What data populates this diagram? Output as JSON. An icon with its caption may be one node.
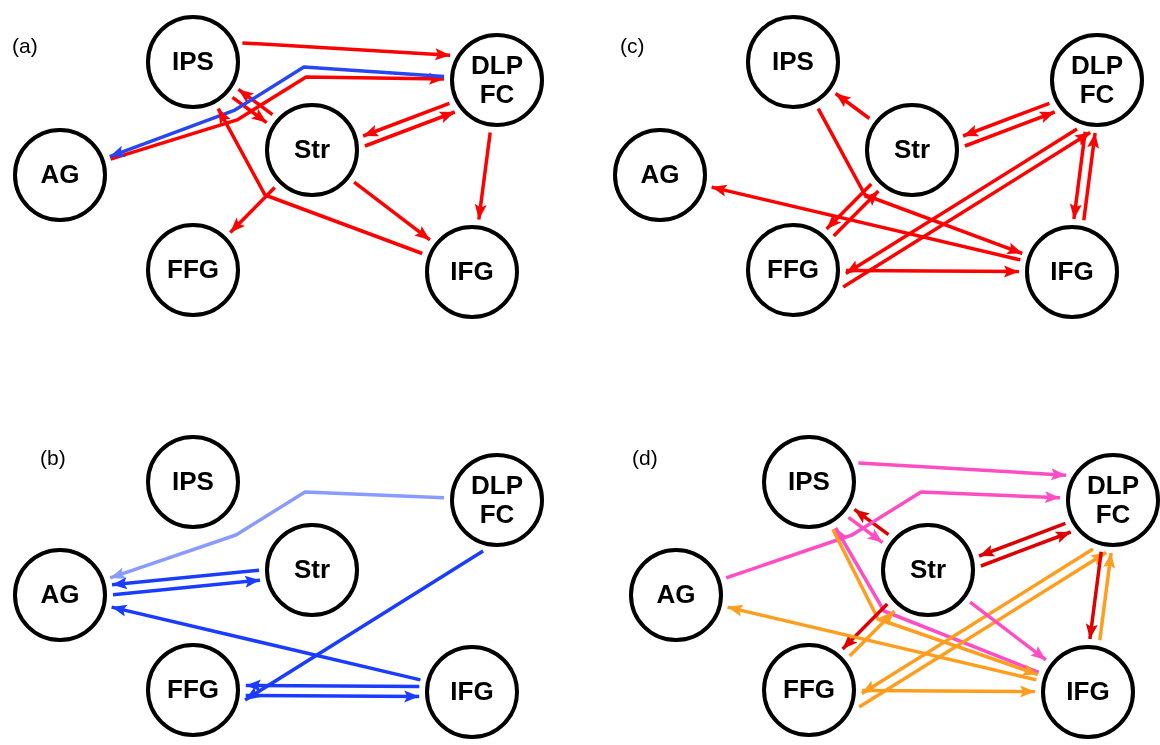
{
  "diagram": {
    "nodes": [
      {
        "text": [
          "IPS"
        ]
      },
      {
        "text": [
          "DLP FC"
        ]
      },
      {
        "text": [
          "AG"
        ]
      },
      {
        "text": [
          "Str"
        ]
      },
      {
        "text": [
          "FFG"
        ]
      },
      {
        "text": [
          "IFG"
        ]
      },
      {
        "text": [
          "IPS"
        ]
      },
      {
        "text": [
          "DLP FC"
        ]
      },
      {
        "text": [
          "AG"
        ]
      },
      {
        "text": [
          "Str"
        ]
      },
      {
        "text": [
          "FFG"
        ]
      },
      {
        "text": [
          "IFG"
        ]
      },
      {
        "text": [
          "IPS"
        ]
      },
      {
        "text": [
          "DLP FC"
        ]
      },
      {
        "text": [
          "AG"
        ]
      },
      {
        "text": [
          "Str"
        ]
      },
      {
        "text": [
          "FFG"
        ]
      },
      {
        "text": [
          "IFG"
        ]
      },
      {
        "text": [
          "IPS"
        ]
      },
      {
        "text": [
          "DLP FC"
        ]
      },
      {
        "text": [
          "AG"
        ]
      },
      {
        "text": [
          "Str"
        ]
      },
      {
        "text": [
          "FFG"
        ]
      },
      {
        "text": [
          "IFG"
        ]
      }
    ],
    "edges": [
      {
        "from": 0,
        "to": 1,
        "arrow": "to"
      },
      {
        "from": 0,
        "to": 3,
        "arrow": "to"
      },
      {
        "from": 3,
        "to": 0,
        "arrow": "to"
      },
      {
        "from": 2,
        "to": 1,
        "arrow": "to"
      },
      {
        "from": 1,
        "to": 2,
        "arrow": "to",
        "color": "#2a46f0"
      },
      {
        "from": 3,
        "to": 1,
        "arrow": "to"
      },
      {
        "from": 1,
        "to": 3,
        "arrow": "to"
      },
      {
        "from": 5,
        "to": 0,
        "arrow": "to"
      },
      {
        "from": 3,
        "to": 4,
        "arrow": "to"
      },
      {
        "from": 3,
        "to": 5,
        "arrow": "to"
      },
      {
        "from": 1,
        "to": 5,
        "arrow": "to"
      },
      {
        "from": 9,
        "to": 6,
        "arrow": "to"
      },
      {
        "from": 6,
        "to": 11,
        "arrow": "to"
      },
      {
        "from": 9,
        "to": 7,
        "arrow": "to"
      },
      {
        "from": 7,
        "to": 9,
        "arrow": "to"
      },
      {
        "from": 10,
        "to": 7,
        "arrow": "to"
      },
      {
        "from": 7,
        "to": 10,
        "arrow": "to"
      },
      {
        "from": 11,
        "to": 7,
        "arrow": "to"
      },
      {
        "from": 7,
        "to": 11,
        "arrow": "to"
      },
      {
        "from": 10,
        "to": 9,
        "arrow": "to"
      },
      {
        "from": 9,
        "to": 10,
        "arrow": "to"
      },
      {
        "from": 11,
        "to": 8,
        "arrow": "to"
      },
      {
        "from": 10,
        "to": 11,
        "arrow": "to"
      },
      {
        "from": 13,
        "to": 14,
        "arrow": "to",
        "color": "#8a9bff"
      },
      {
        "from": 14,
        "to": 15,
        "arrow": "to",
        "color": "#1a3cff"
      },
      {
        "from": 15,
        "to": 14,
        "arrow": "to",
        "color": "#1a3cff"
      },
      {
        "from": 17,
        "to": 14,
        "arrow": "to",
        "color": "#1a3cff"
      },
      {
        "from": 13,
        "to": 16,
        "arrow": "to",
        "color": "#1a3cff"
      },
      {
        "from": 16,
        "to": 17,
        "arrow": "to",
        "color": "#1a3cff"
      },
      {
        "from": 17,
        "to": 16,
        "arrow": "to",
        "color": "#1a3cff"
      },
      {
        "from": 18,
        "to": 19,
        "arrow": "to",
        "color": "#ff4dc4"
      },
      {
        "from": 18,
        "to": 21,
        "arrow": "to",
        "color": "#ff4dc4"
      },
      {
        "from": 21,
        "to": 18,
        "arrow": "to",
        "color": "#dd0000"
      },
      {
        "from": 20,
        "to": 19,
        "arrow": "to",
        "color": "#ff4dc4"
      },
      {
        "from": 23,
        "to": 18,
        "arrow": "to",
        "color": "#ff4dc4"
      },
      {
        "from": 18,
        "to": 23,
        "arrow": "to",
        "color": "#ff9d1f"
      },
      {
        "from": 21,
        "to": 19,
        "arrow": "to",
        "color": "#dd0000"
      },
      {
        "from": 19,
        "to": 21,
        "arrow": "to",
        "color": "#dd0000"
      },
      {
        "from": 22,
        "to": 19,
        "arrow": "to",
        "color": "#ff9d1f"
      },
      {
        "from": 19,
        "to": 22,
        "arrow": "to",
        "color": "#ff9d1f"
      },
      {
        "from": 21,
        "to": 23,
        "arrow": "to",
        "color": "#ff4dc4"
      },
      {
        "from": 23,
        "to": 19,
        "arrow": "to",
        "color": "#ff9d1f"
      },
      {
        "from": 19,
        "to": 23,
        "arrow": "to",
        "color": "#dd0000"
      },
      {
        "from": 22,
        "to": 21,
        "arrow": "to",
        "color": "#ff9d1f"
      },
      {
        "from": 21,
        "to": 22,
        "arrow": "to",
        "color": "#dd0000"
      },
      {
        "from": 23,
        "to": 20,
        "arrow": "to",
        "color": "#ff9d1f"
      },
      {
        "from": 22,
        "to": 23,
        "arrow": "to",
        "color": "#ff9d1f"
      }
    ],
    "labels": [
      "(a)",
      "(c)",
      "(b)",
      "(d)"
    ]
  }
}
